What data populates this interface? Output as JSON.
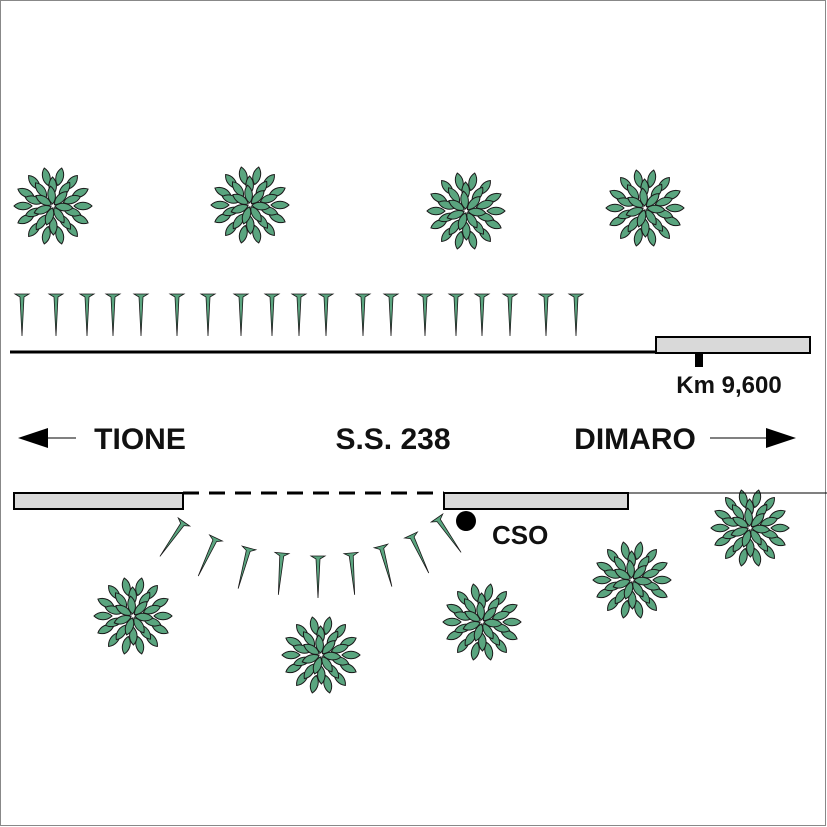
{
  "road": {
    "name": "S.S. 238",
    "toward_left": "TIONE",
    "toward_right": "DIMARO",
    "km_marker": "Km 9,600"
  },
  "features": {
    "cso_label": "CSO"
  },
  "symbols": {
    "tree_icon": "tree-icon",
    "grass_icon": "grass-tuft-icon",
    "arrow_left_icon": "arrow-left-icon",
    "arrow_right_icon": "arrow-right-icon"
  },
  "colors": {
    "vegetation": "#5aa57f",
    "vegetation_stroke": "#1a1a1a",
    "sidewalk_fill": "#d9d9d9",
    "line": "#000000"
  }
}
